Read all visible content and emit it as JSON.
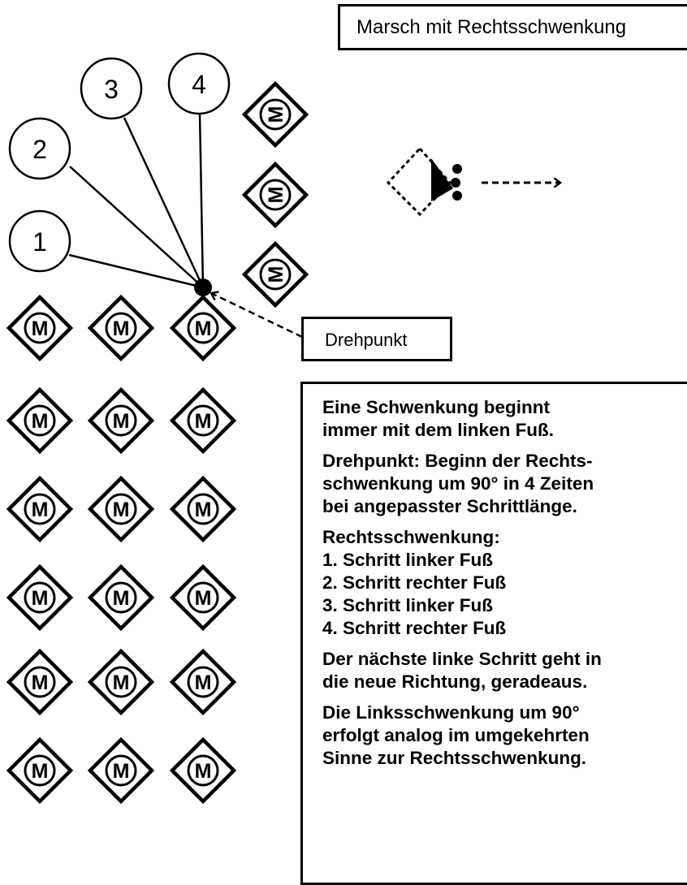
{
  "title": "Marsch mit Rechtsschwenkung",
  "pivot_label": "Drehpunkt",
  "marcher_letter": "M",
  "numbered_positions": [
    "1",
    "2",
    "3",
    "4"
  ],
  "info": {
    "para1": [
      "Eine Schwenkung beginnt",
      "immer mit dem linken Fuß."
    ],
    "para2": [
      "Drehpunkt:  Beginn der Rechts-",
      "schwenkung um 90° in 4 Zeiten",
      "bei angepasster Schrittlänge."
    ],
    "steps_heading": "Rechtsschwenkung:",
    "steps": [
      "1.  Schritt linker Fuß",
      "2.  Schritt rechter Fuß",
      "3.  Schritt linker Fuß",
      "4.  Schritt rechter Fuß"
    ],
    "para3": [
      "Der nächste linke Schritt geht in",
      "die neue Richtung, geradeaus."
    ],
    "para4": [
      "Die Linksschwenkung um 90°",
      "erfolgt analog im umgekehrten",
      "Sinne zur Rechtsschwenkung."
    ]
  }
}
